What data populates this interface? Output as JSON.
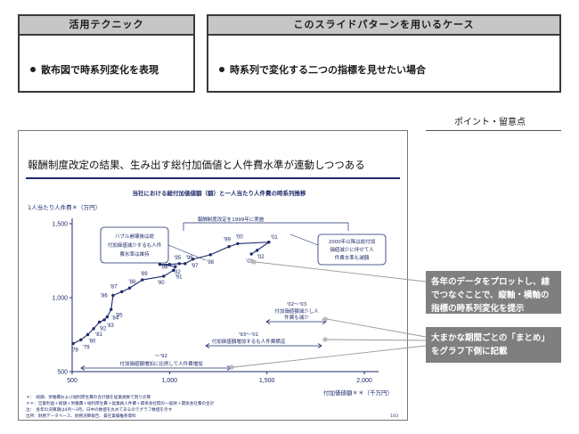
{
  "panels": {
    "left": {
      "header": "活用テクニック",
      "bullet": "散布図で時系列変化を表現"
    },
    "right": {
      "header": "このスライドパターンを用いるケース",
      "bullet": "時系列で変化する二つの指標を見せたい場合"
    }
  },
  "points_label": "ポイント・留意点",
  "slide": {
    "title": "報酬制度改定の結果、生み出す総付加価値と人件費水準が連動しつつある",
    "page_number": "103",
    "footnotes": [
      "＊：　総額、労働費および福利厚生費の合計額を従業員数で割り戻算",
      "＊＊：営業利益＋総額＋労働費＋福利厚生費＋従業員人件費＋関係会社間の一般財＋関係会社費の合計",
      "注：　各年の決算期は4月～3月。日中の数値を丸めてあるのでグラフ数値を示す",
      "出所：財務データベース、財務決算報告、貴社業績推移資料"
    ]
  },
  "chart_data": {
    "type": "scatter",
    "title": "当社における総付加価値額（額）と一人当たり人件費の時系列推移",
    "xlabel": "付加価値額＊＊（千万円）",
    "ylabel": "1人当たり人件費＊（万円）",
    "xlim": [
      500,
      2000
    ],
    "ylim": [
      500,
      1500
    ],
    "x_ticks": [
      "500",
      "1,000",
      "1,500",
      "2,000"
    ],
    "y_ticks": [
      "500",
      "1,000",
      "1,500"
    ],
    "grid": false,
    "connected": true,
    "points": [
      {
        "label": "'78",
        "x": 505,
        "y": 690
      },
      {
        "label": "'79",
        "x": 545,
        "y": 715
      },
      {
        "label": "'80",
        "x": 580,
        "y": 750
      },
      {
        "label": "'81",
        "x": 610,
        "y": 790
      },
      {
        "label": "'82",
        "x": 640,
        "y": 835
      },
      {
        "label": "'83",
        "x": 665,
        "y": 850
      },
      {
        "label": "'84",
        "x": 680,
        "y": 870
      },
      {
        "label": "'85",
        "x": 700,
        "y": 920
      },
      {
        "label": "'86",
        "x": 710,
        "y": 1015
      },
      {
        "label": "'87",
        "x": 755,
        "y": 1040
      },
      {
        "label": "'88",
        "x": 795,
        "y": 1065
      },
      {
        "label": "'89",
        "x": 860,
        "y": 1120
      },
      {
        "label": "'90",
        "x": 970,
        "y": 1145
      },
      {
        "label": "'91",
        "x": 1020,
        "y": 1185
      },
      {
        "label": "'92",
        "x": 1030,
        "y": 1210
      },
      {
        "label": "'93",
        "x": 950,
        "y": 1225
      },
      {
        "label": "'94",
        "x": 1000,
        "y": 1225
      },
      {
        "label": "'95",
        "x": 1050,
        "y": 1230
      },
      {
        "label": "'96",
        "x": 1080,
        "y": 1230
      },
      {
        "label": "'97",
        "x": 1120,
        "y": 1260
      },
      {
        "label": "'98",
        "x": 1210,
        "y": 1290
      },
      {
        "label": "'99",
        "x": 1305,
        "y": 1345
      },
      {
        "label": "'00",
        "x": 1350,
        "y": 1365
      },
      {
        "label": "'01",
        "x": 1510,
        "y": 1375
      },
      {
        "label": "'02",
        "x": 1450,
        "y": 1320
      },
      {
        "label": "'03",
        "x": 1420,
        "y": 1295
      }
    ],
    "annotations": [
      "報酬制度改定を1999年に実施",
      "バブル崩壊後は総付加価値減少するも人件費水準は維持",
      "2000年以降は総付加価値減少に伴せて人件費水準も減額",
      "'02～'03 付加価値額減少し人件費も減少",
      "'93～'01 付加価値額増加するも人件費横這",
      "～'92 付加価値額増加に比例して人件費増加"
    ]
  },
  "notes": [
    "各年のデータをプロットし、線でつなぐことで、縦軸・横軸の指標の時系列変化を提示",
    "大まかな期間ごとの「まとめ」をグラフ下側に記載"
  ],
  "colors": {
    "accent": "#1d2b6b",
    "note_bg": "#7f7f7f",
    "header_bg": "#c6c6c6"
  }
}
